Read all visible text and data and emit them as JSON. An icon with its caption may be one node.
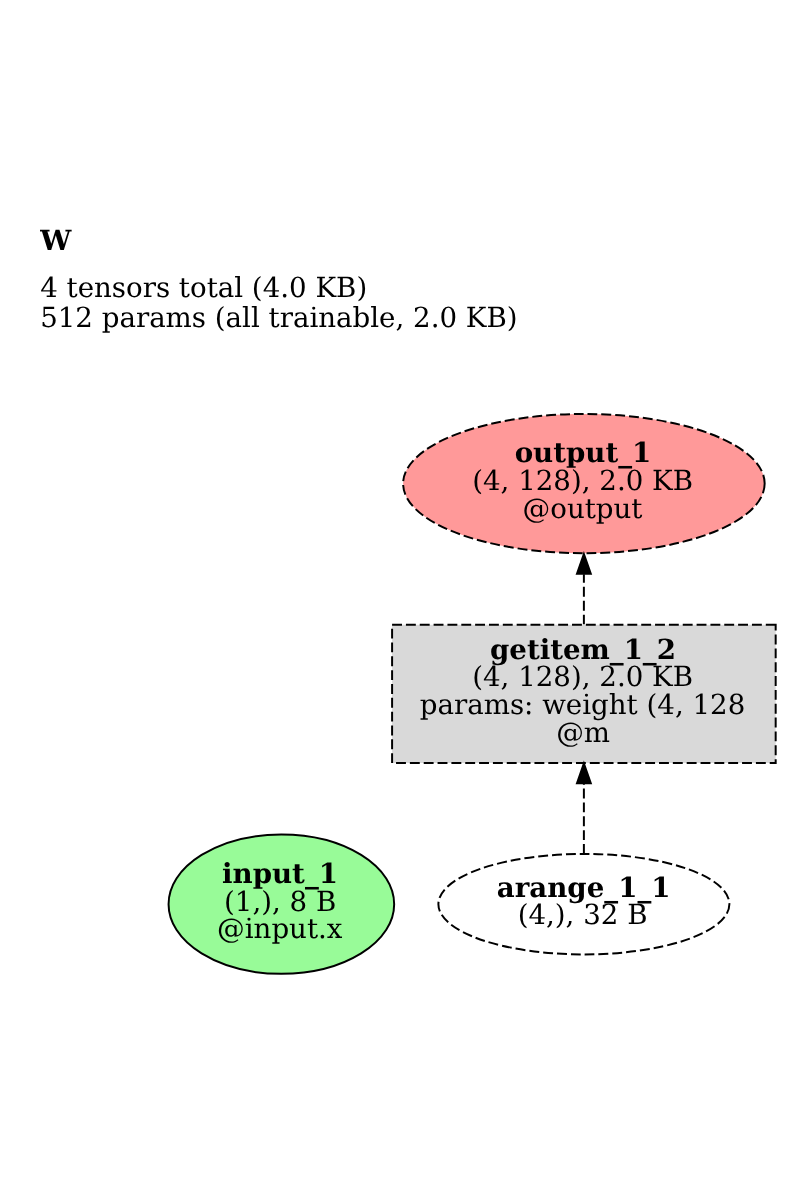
{
  "diagram": {
    "title": "W",
    "nodes": [
      {
        "text": [
          "output_1",
          "(4, 128), 2.0 KB",
          "@output"
        ]
      },
      {
        "text": [
          "getitem_1_2",
          "(4, 128), 2.0 KB",
          "params: weight (4, 128",
          "@m"
        ]
      },
      {
        "text": [
          "input_1",
          "(1,), 8 B",
          "@input.x"
        ]
      },
      {
        "text": [
          "arange_1_1",
          "(4,), 32 B"
        ]
      }
    ],
    "edges": [
      {
        "from": 3,
        "to": 1,
        "arrow": "to",
        "style": "dashed"
      },
      {
        "from": 1,
        "to": 0,
        "arrow": "to",
        "style": "dashed"
      }
    ],
    "labels": [
      "4 tensors total (4.0 KB)",
      "512 params (all trainable, 2.0 KB)"
    ]
  }
}
